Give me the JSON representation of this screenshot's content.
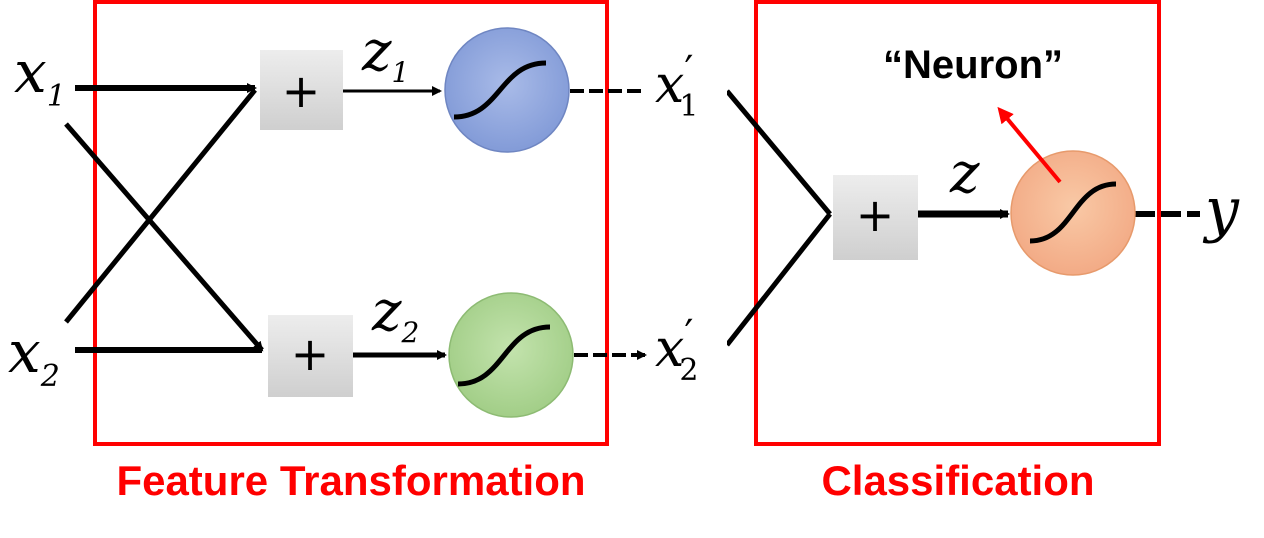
{
  "inputs": {
    "x1": {
      "base": "x",
      "sub": "1"
    },
    "x2": {
      "base": "x",
      "sub": "2"
    }
  },
  "hidden": {
    "z1": {
      "base": "z",
      "sub": "1"
    },
    "z2": {
      "base": "z",
      "sub": "2"
    }
  },
  "features": {
    "x1p": {
      "base": "x",
      "prime": "′",
      "sub": "1"
    },
    "x2p": {
      "base": "x",
      "prime": "′",
      "sub": "2"
    }
  },
  "output": {
    "z": "z",
    "y": "y"
  },
  "sum_symbol": "+",
  "regions": {
    "feature_transformation": "Feature Transformation",
    "classification": "Classification"
  },
  "annotation": {
    "neuron": "“Neuron”"
  },
  "colors": {
    "region_border": "#ff0000",
    "sigmoid_top": "#8ea4db",
    "sigmoid_bottom": "#a9d18e",
    "sigmoid_output": "#f4b183",
    "sum_box": "#d9d9d9",
    "arrow": "#ff0000"
  },
  "icons": {
    "sigmoid": "sigmoid-curve-icon",
    "sum": "plus-icon"
  }
}
